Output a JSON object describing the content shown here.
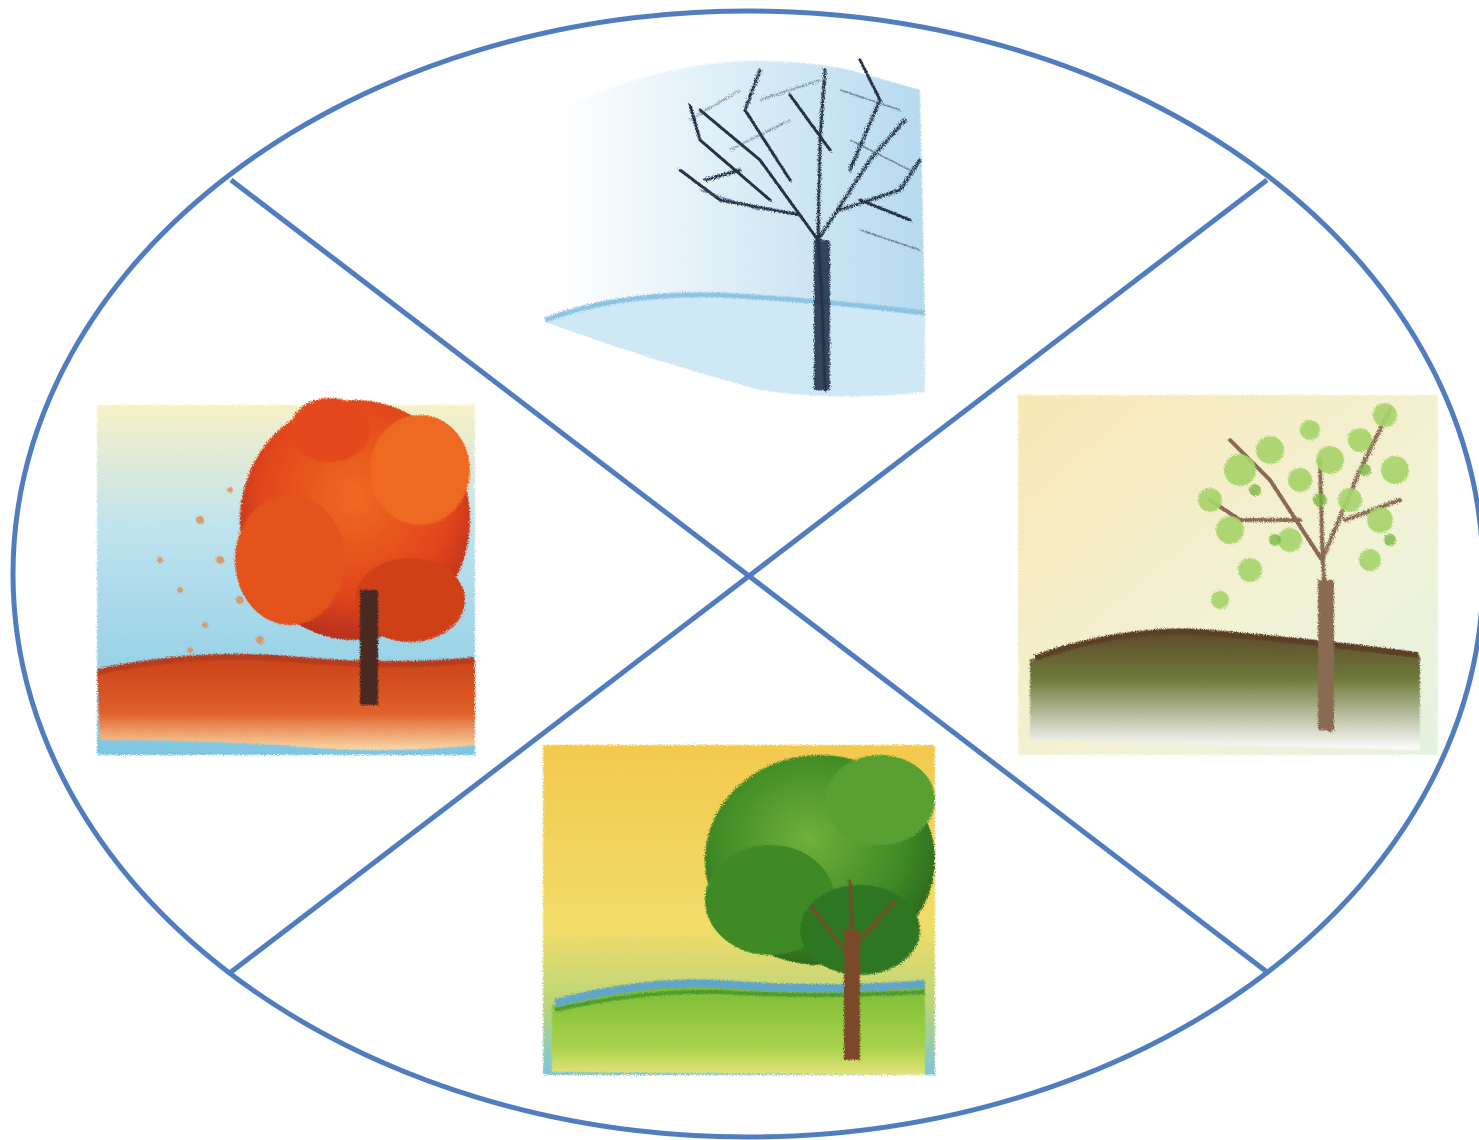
{
  "diagram": {
    "outline_color": "#4f7dbf",
    "panels": [
      {
        "id": "winter",
        "icon": "bare-tree-snow-icon",
        "palette": {
          "sky": "#bfe0f2",
          "ground": "#d6ecf8",
          "tree": "#24324a"
        }
      },
      {
        "id": "spring",
        "icon": "budding-tree-icon",
        "palette": {
          "sky": "#f5ecc6",
          "ground": "#6f7a3c",
          "tree": "#a6d46a"
        }
      },
      {
        "id": "summer",
        "icon": "leafy-tree-icon",
        "palette": {
          "sky": "#f0d060",
          "ground": "#8cc63f",
          "tree": "#3f8a26"
        }
      },
      {
        "id": "autumn",
        "icon": "red-foliage-tree-icon",
        "palette": {
          "sky": "#9ed4ec",
          "ground": "#d9541f",
          "tree": "#e2461a"
        }
      }
    ]
  }
}
